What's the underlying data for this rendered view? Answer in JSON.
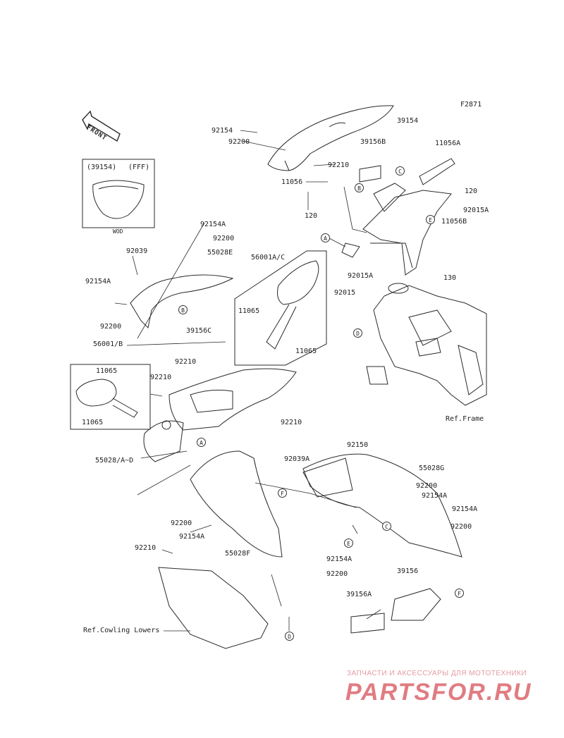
{
  "diagram": {
    "figure_id": "F2871",
    "front_label": "FRONT",
    "inset_top": {
      "caption_left": "(39154)",
      "caption_right": "(FFF)",
      "footer": "WOD"
    },
    "refs": {
      "frame": "Ref.Frame",
      "cowling_lowers": "Ref.Cowling Lowers"
    },
    "callouts": {
      "a1": "A",
      "a2": "A",
      "b1": "B",
      "b2": "B",
      "c1": "C",
      "c2": "C",
      "d1": "D",
      "d2": "D",
      "e1": "E",
      "e2": "E",
      "f1": "F",
      "f2": "F"
    },
    "labels": {
      "p39154": "39154",
      "p92154_top": "92154",
      "p92200_top": "92200",
      "p39156B": "39156B",
      "p11056A": "11056A",
      "p92210_top": "92210",
      "p11056": "11056",
      "p120a": "120",
      "p120b": "120",
      "p92015A_a": "92015A",
      "p11056B": "11056B",
      "p92015A_b": "92015A",
      "p130": "130",
      "p92015": "92015",
      "p92154A_l1": "92154A",
      "p92200_l1": "92200",
      "p92039": "92039",
      "p55028E": "55028E",
      "p56001AC": "56001A/C",
      "p92154A_l2": "92154A",
      "p92200_l2": "92200",
      "p39156C": "39156C",
      "p11065_a": "11065",
      "p11065_b": "11065",
      "p56001B": "56001/B",
      "p11065_c": "11065",
      "p11065_d": "11065",
      "p92210_a": "92210",
      "p92210_b": "92210",
      "p92210_c": "92210",
      "p55028AD": "55028/A~D",
      "p92150": "92150",
      "p92039A": "92039A",
      "p55028G": "55028G",
      "p92200_r1": "92200",
      "p92154A_r1": "92154A",
      "p92154A_r2": "92154A",
      "p92200_r2": "92200",
      "p92200_m": "92200",
      "p92154A_m": "92154A",
      "p55028F": "55028F",
      "p92210_d": "92210",
      "p92154A_m2": "92154A",
      "p92200_m2": "92200",
      "p39156": "39156",
      "p39156A": "39156A"
    }
  },
  "watermark": {
    "tagline": "ЗАПЧАСТИ И АКСЕССУАРЫ ДЛЯ МОТОТЕХНИКИ",
    "logo": "PARTSFOR.RU",
    "logo_color": "#e07c82",
    "tagline_color": "#e39aa0"
  },
  "colors": {
    "line": "#2a2a2a",
    "callout_border": "#333333"
  }
}
